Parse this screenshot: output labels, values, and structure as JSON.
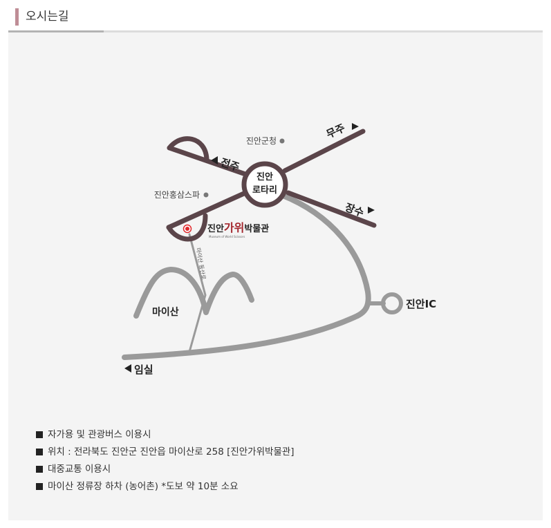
{
  "header": {
    "title": "오시는길"
  },
  "map": {
    "labels": {
      "jinan_rotary_line1": "진안",
      "jinan_rotary_line2": "로타리",
      "jinan_county_office": "진안군청",
      "jinan_hongsam_spa": "진안홍삼스파",
      "jeonju": "전주",
      "muju": "무주",
      "jangsu": "장수",
      "jinan_ic": "진안IC",
      "imsil": "임실",
      "maisan": "마이산",
      "maisan_road": "마이산 동산로",
      "museum_part1": "진안",
      "museum_part2": "가위",
      "museum_part3": "박물관",
      "museum_english": "Museum of World Scissors"
    },
    "colors": {
      "main_road": "#5b454a",
      "secondary_road": "#9a9a9a",
      "museum_accent": "#a3262d",
      "marker": "#e0262a"
    }
  },
  "info": [
    "자가용 및 관광버스 이용시",
    "위치 : 전라북도 진안군 진안읍 마이산로 258 [진안가위박물관]",
    "대중교통 이용시",
    "마이산 정류장 하차 (농어촌) *도보 약 10분 소요"
  ]
}
